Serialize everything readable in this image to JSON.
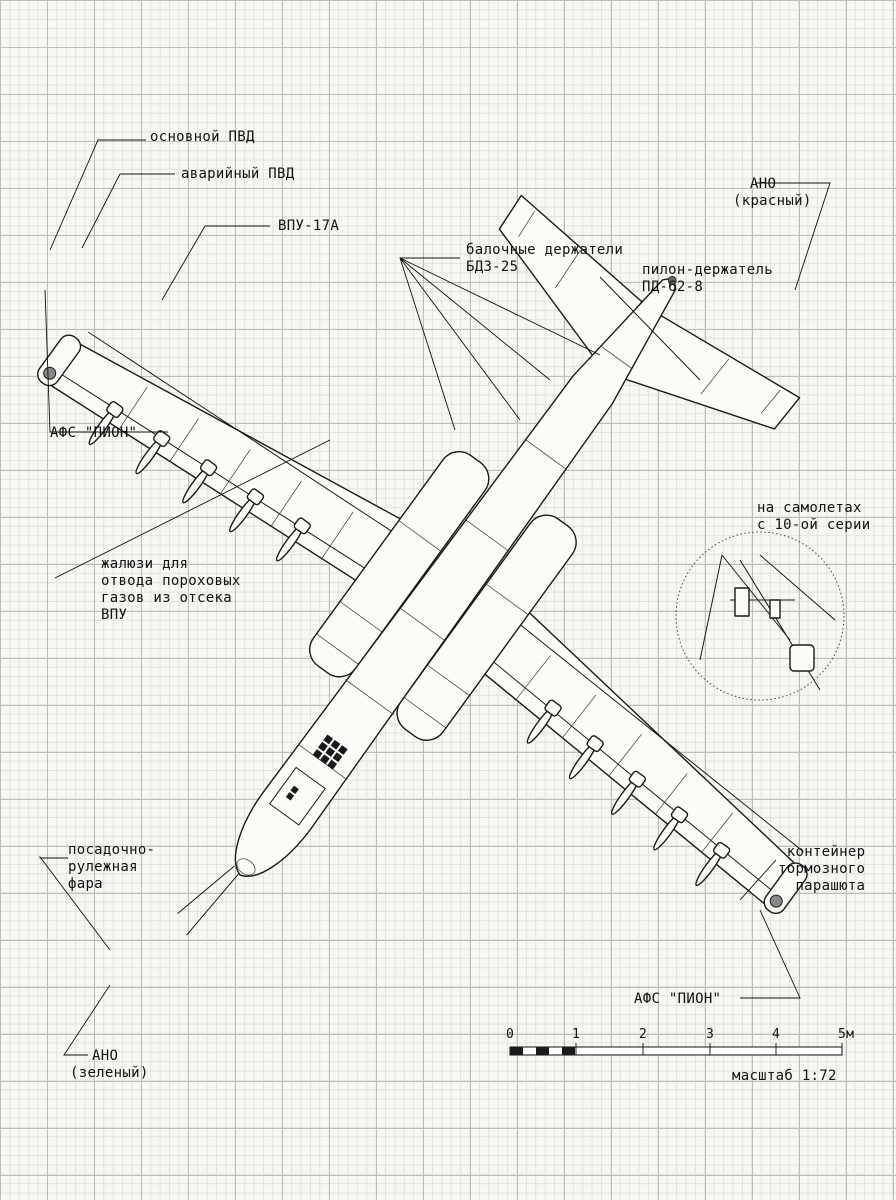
{
  "labels": {
    "osnovnoy_pvd": "основной ПВД",
    "avariyny_pvd": "аварийный ПВД",
    "vpu": "ВПУ-17А",
    "bdz_1": "балочные держатели",
    "bdz_2": "БДЗ-25",
    "pylon_1": "пилон-держатель",
    "pylon_2": "ПД-62-8",
    "ano_red_1": "АНО",
    "ano_red_2": "(красный)",
    "afs_pion_nose": "АФС \"ПИОН\"",
    "zhaluzi": "жалюзи для\nотвода пороховых\nгазов из отсека\nВПУ",
    "inset_note": "на самолетах\nс 10-ой серии",
    "landing_light": "посадочно-\nрулежная\nфара",
    "chute": "контейнер\nтормозного\nпарашюта",
    "afs_pion_tail": "АФС \"ПИОН\"",
    "ano_green_1": "АНО",
    "ano_green_2": "(зеленый)"
  },
  "scale": {
    "ticks": [
      "0",
      "1",
      "2",
      "3",
      "4",
      "5м"
    ],
    "caption": "масштаб 1:72"
  }
}
